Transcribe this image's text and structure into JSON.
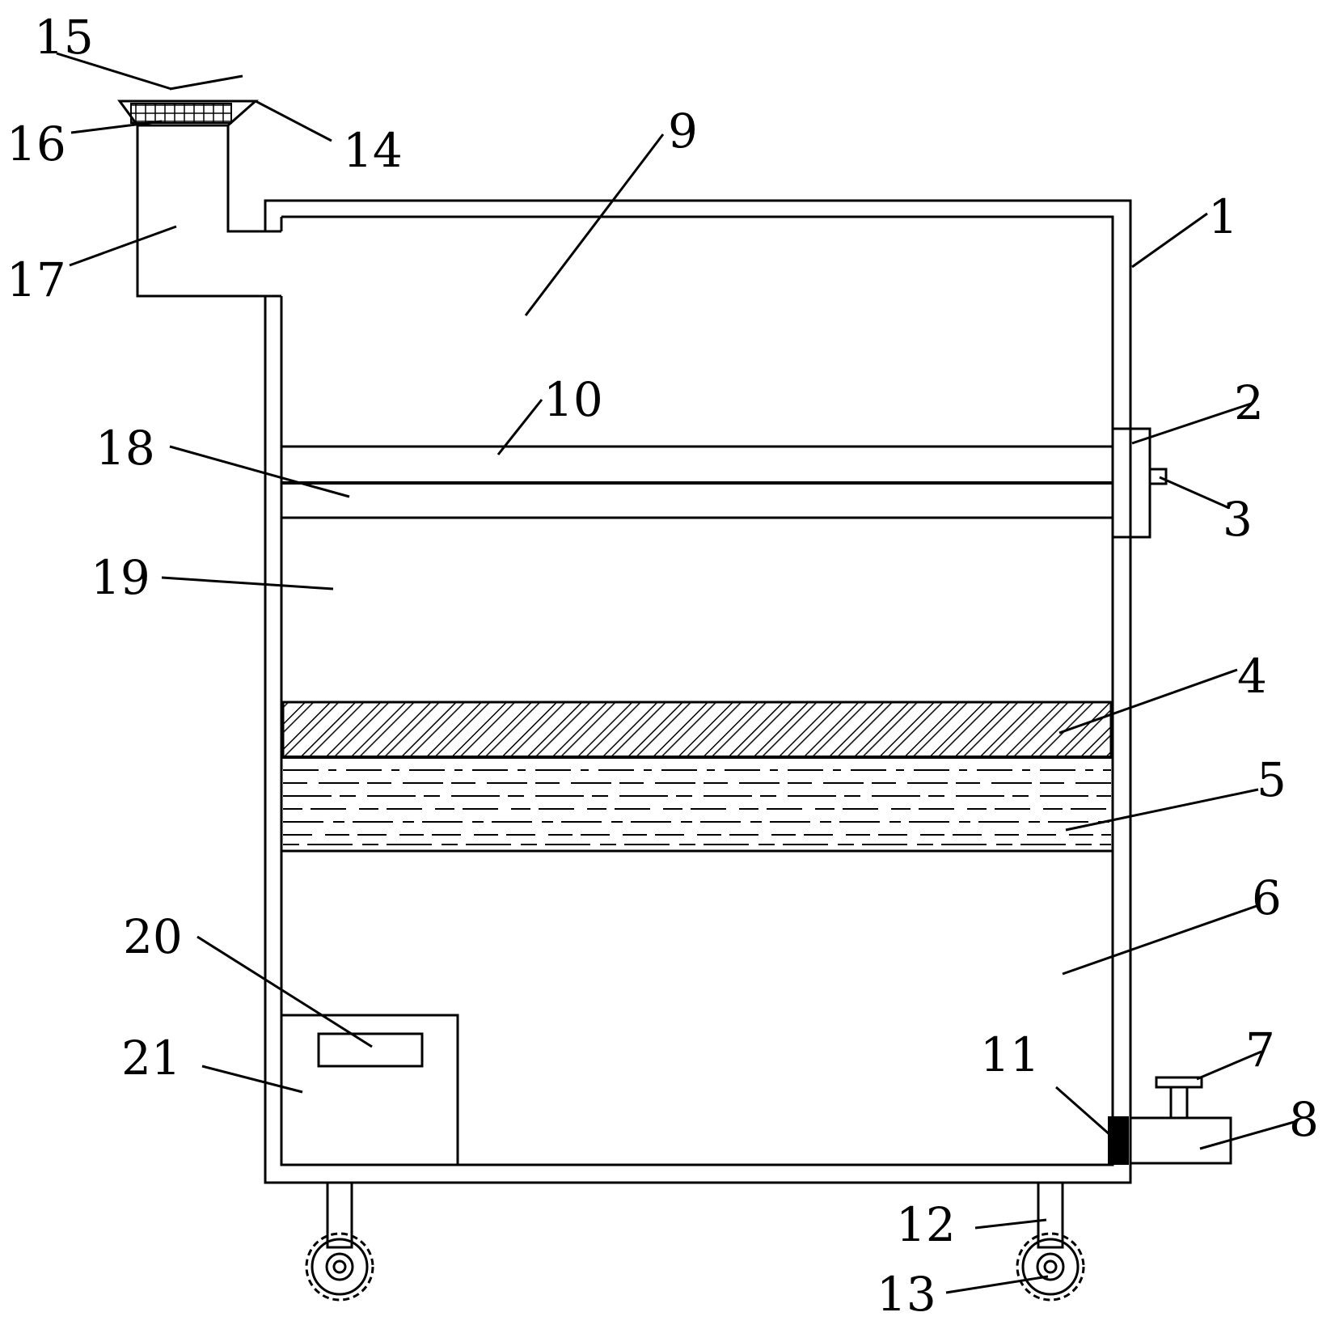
{
  "labels": {
    "l1": "1",
    "l2": "2",
    "l3": "3",
    "l4": "4",
    "l5": "5",
    "l6": "6",
    "l7": "7",
    "l8": "8",
    "l9": "9",
    "l10": "10",
    "l11": "11",
    "l12": "12",
    "l13": "13",
    "l14": "14",
    "l15": "15",
    "l16": "16",
    "l17": "17",
    "l18": "18",
    "l19": "19",
    "l20": "20",
    "l21": "21"
  },
  "colors": {
    "line": "#000000",
    "background": "#ffffff"
  }
}
